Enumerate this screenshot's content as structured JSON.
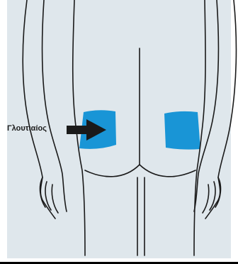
{
  "figure": {
    "label": "Γλουτιαίος",
    "colors": {
      "background": "#dfe7ec",
      "injection_site": "#1995d6",
      "outline": "#1a1a1a",
      "arrow": "#1a1a1a"
    },
    "regions": [
      "injection-site-left",
      "injection-site-right"
    ]
  }
}
